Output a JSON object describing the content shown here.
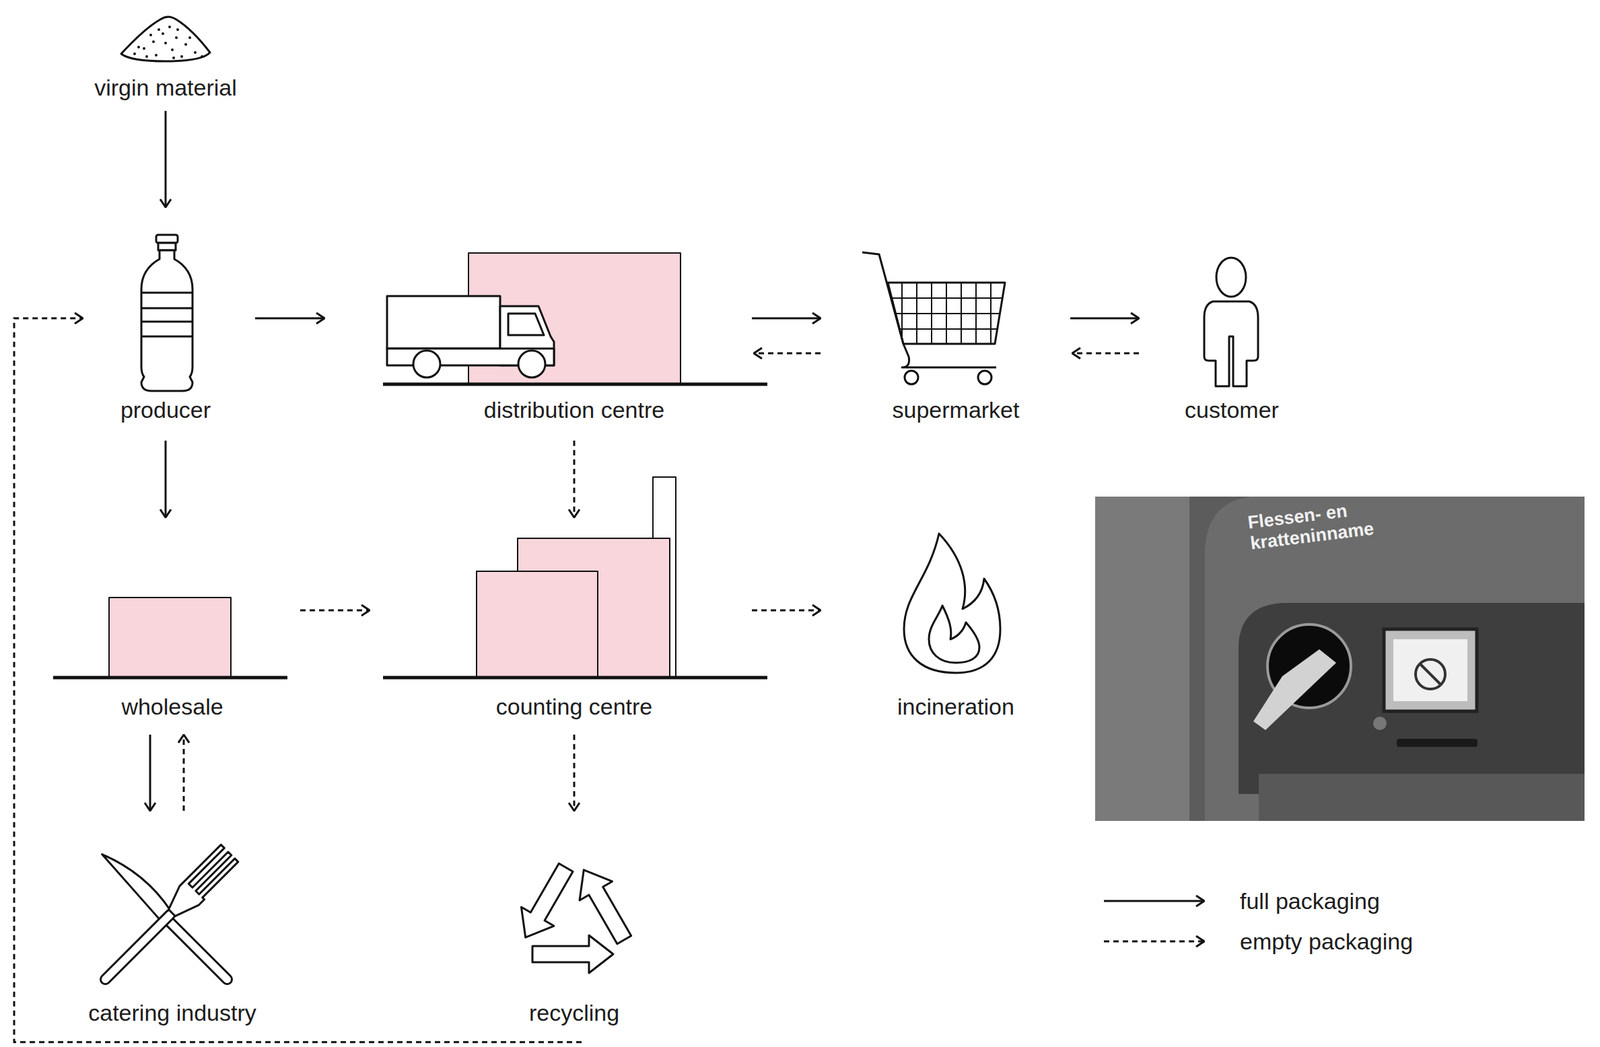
{
  "diagram": {
    "nodes": [
      {
        "text": [
          "virgin material"
        ]
      },
      {
        "text": [
          "producer"
        ]
      },
      {
        "text": [
          "distribution centre"
        ]
      },
      {
        "text": [
          "supermarket"
        ]
      },
      {
        "text": [
          "customer"
        ]
      },
      {
        "text": [
          "wholesale"
        ]
      },
      {
        "text": [
          "counting centre"
        ]
      },
      {
        "text": [
          "incineration"
        ]
      },
      {
        "text": [
          "catering industry"
        ]
      },
      {
        "text": [
          "recycling"
        ]
      }
    ],
    "edges": [
      {
        "from": 0,
        "to": 1,
        "arrow": "to"
      },
      {
        "from": 1,
        "to": 2,
        "arrow": "to"
      },
      {
        "from": 2,
        "to": 3,
        "arrow": "to"
      },
      {
        "from": 3,
        "to": 2,
        "arrow": "to"
      },
      {
        "from": 3,
        "to": 4,
        "arrow": "to"
      },
      {
        "from": 4,
        "to": 3,
        "arrow": "to"
      },
      {
        "from": 1,
        "to": 5,
        "arrow": "to"
      },
      {
        "from": 2,
        "to": 6,
        "arrow": "to"
      },
      {
        "from": 5,
        "to": 6,
        "arrow": "to"
      },
      {
        "from": 6,
        "to": 7,
        "arrow": "to"
      },
      {
        "from": 6,
        "to": 9,
        "arrow": "to"
      },
      {
        "from": 5,
        "to": 8,
        "arrow": "to"
      },
      {
        "from": 8,
        "to": 5,
        "arrow": "to"
      },
      {
        "from": 9,
        "to": 1,
        "arrow": "to"
      }
    ],
    "labels": [
      "Flessen- en kratteninname"
    ],
    "legend": [
      {
        "text": "full packaging"
      },
      {
        "text": "empty packaging"
      }
    ]
  }
}
